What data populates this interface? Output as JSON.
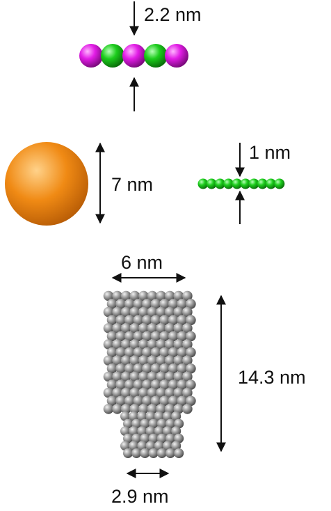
{
  "labels": {
    "chain_gap": "2.2 nm",
    "sphere_diameter": "7 nm",
    "rod_gap": "1 nm",
    "column_top_width": "6 nm",
    "column_height": "14.3 nm",
    "column_bottom_width": "2.9 nm"
  },
  "colors": {
    "magenta": "#e21ce6",
    "green": "#1ccd1c",
    "orange": "#f08a14",
    "gray": "#8c8c8c",
    "arrow": "#111111"
  }
}
